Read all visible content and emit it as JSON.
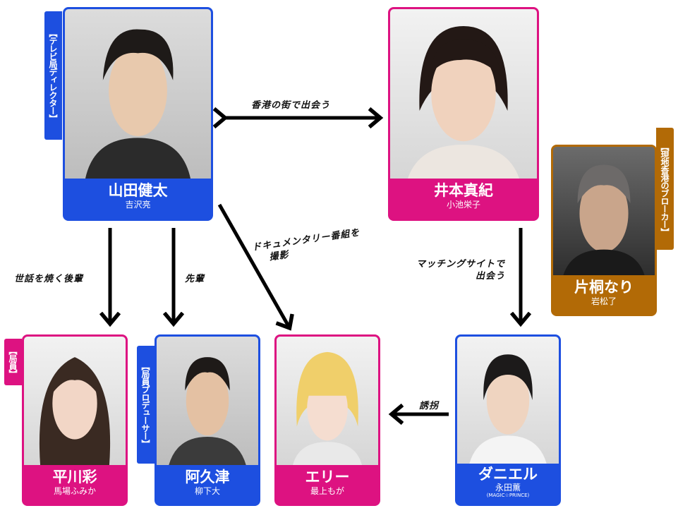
{
  "colors": {
    "blue": "#1d4fe0",
    "pink": "#dd1281",
    "brown": "#b26a06"
  },
  "characters": {
    "yamada": {
      "name": "山田健太",
      "actor": "吉沢亮",
      "role": "【テレビ局ディレクター】"
    },
    "imoto": {
      "name": "井本真紀",
      "actor": "小池栄子"
    },
    "katagiri": {
      "name": "片桐なり",
      "actor": "岩松了",
      "role": "【現地香港のブローカー】"
    },
    "hirakawa": {
      "name": "平川彩",
      "actor": "馬場ふみか",
      "role": "【局員】"
    },
    "akutsu": {
      "name": "阿久津",
      "actor": "柳下大",
      "role": "【局員プロデューサー】"
    },
    "elly": {
      "name": "エリー",
      "actor": "最上もが"
    },
    "daniel": {
      "name": "ダニエル",
      "actor": "永田薫",
      "actor_note": "(MAGIC☆PRINCE)"
    }
  },
  "relations": {
    "meet_street": "香港の街で出会う",
    "documentary_line1": "ドキュメンタリー番組を",
    "documentary_line2": "撮影",
    "junior": "世話を焼く後輩",
    "senior": "先輩",
    "matching_line1": "マッチングサイトで",
    "matching_line2": "出会う",
    "kidnap": "誘拐"
  }
}
